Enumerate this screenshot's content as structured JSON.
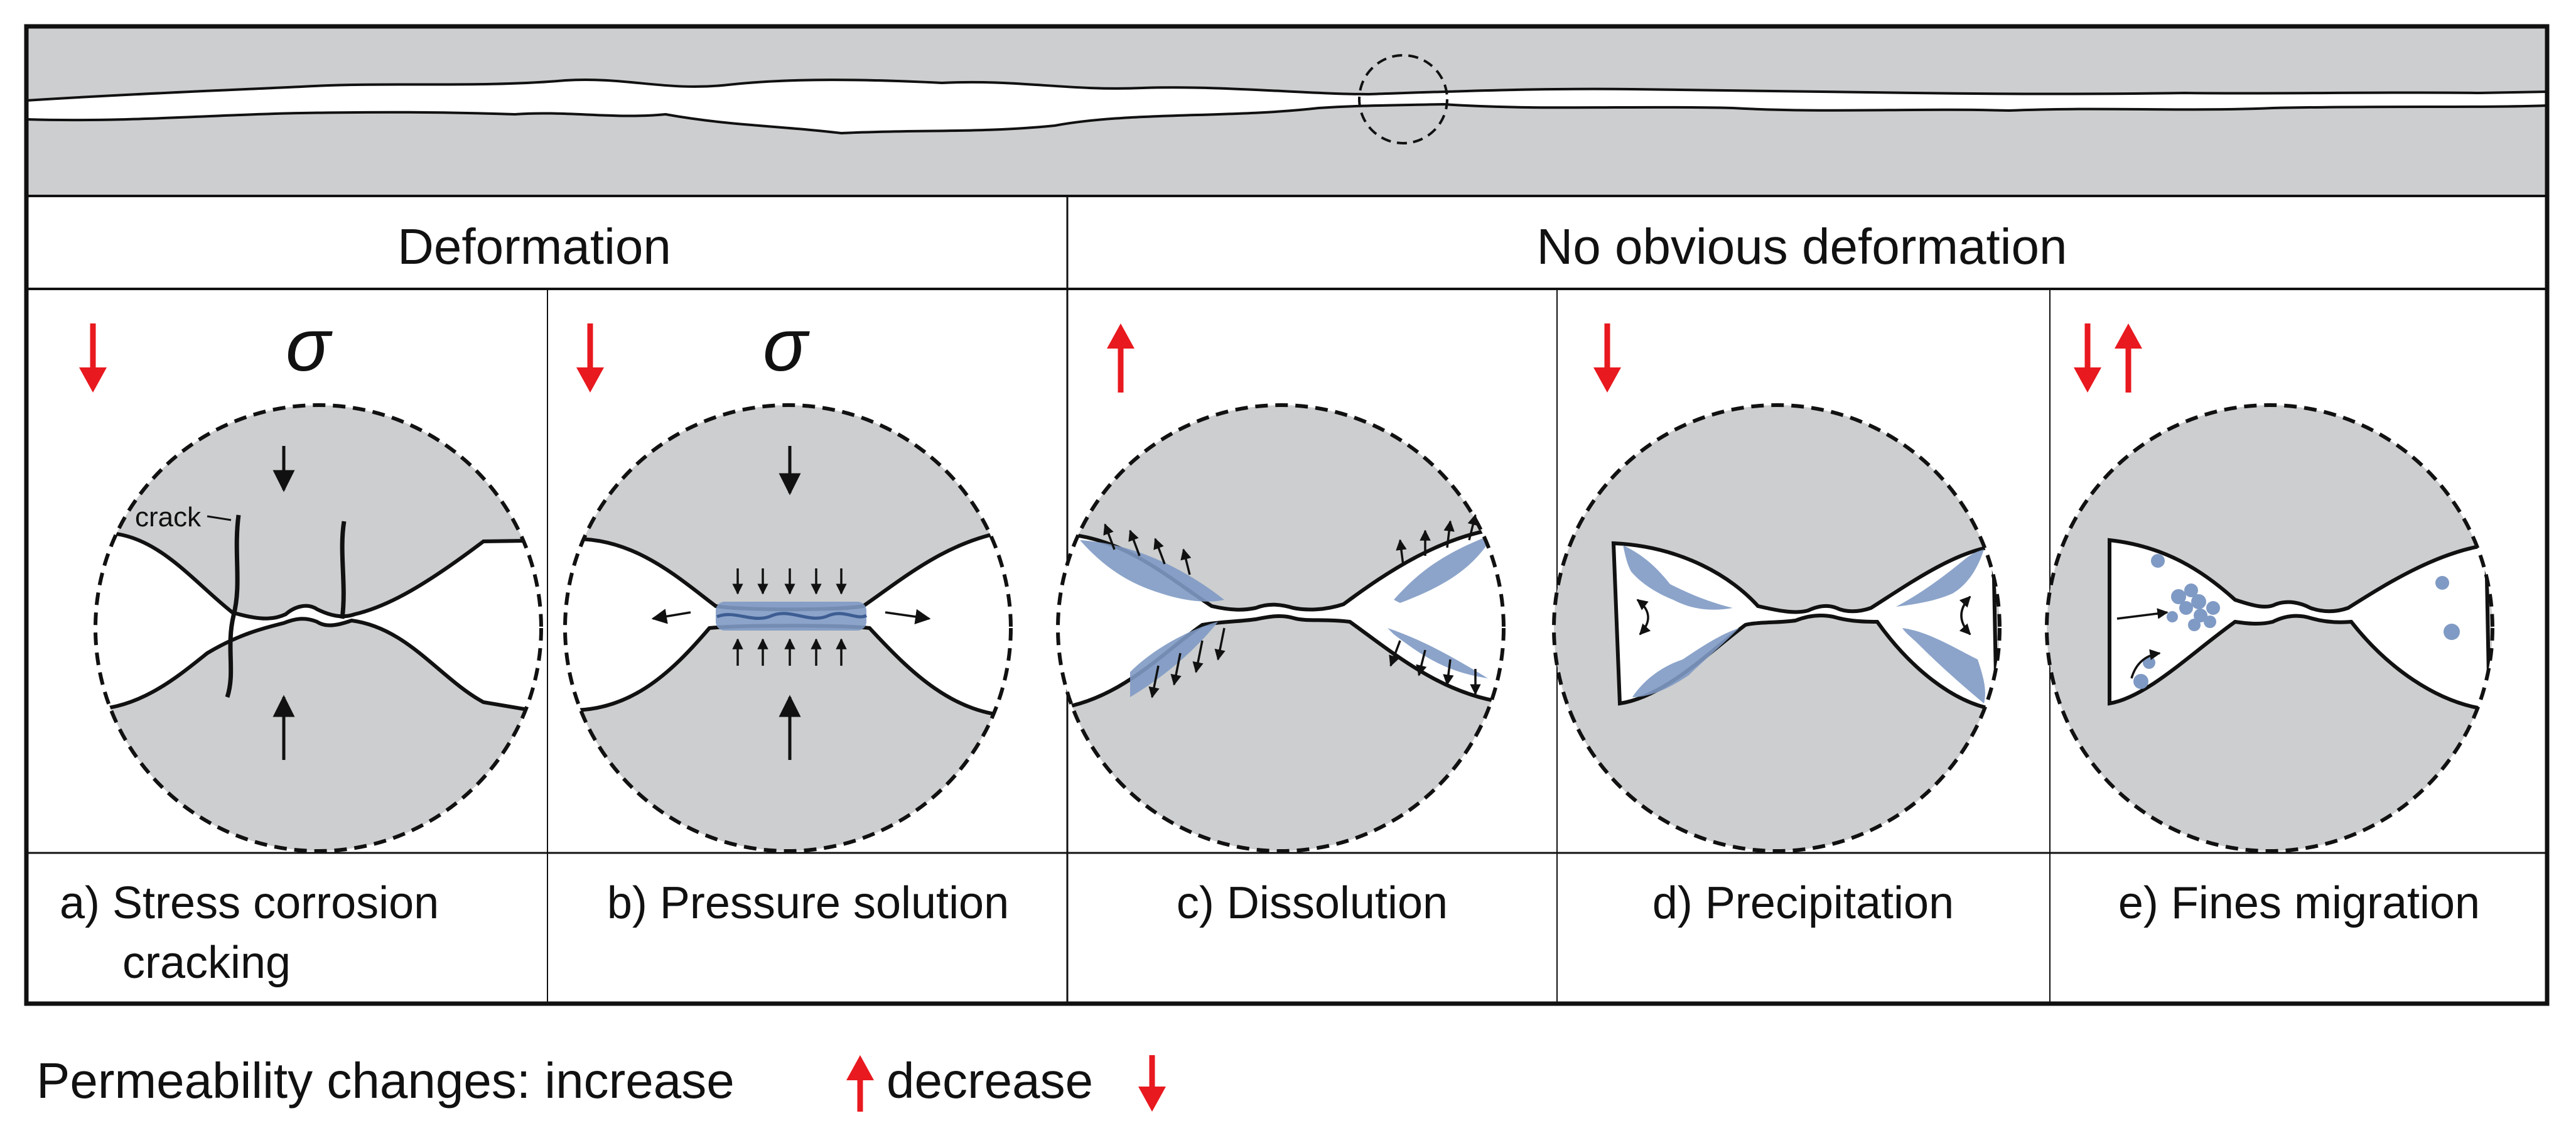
{
  "headers": {
    "left": "Deformation",
    "right": "No obvious deformation"
  },
  "sigma_symbol": "σ",
  "crack_label": "crack",
  "panels": [
    {
      "id": "a",
      "caption_line1": "a) Stress corrosion",
      "caption_line2": "cracking",
      "permeability": "decrease"
    },
    {
      "id": "b",
      "caption_line1": "b) Pressure solution",
      "caption_line2": "",
      "permeability": "decrease"
    },
    {
      "id": "c",
      "caption_line1": "c) Dissolution",
      "caption_line2": "",
      "permeability": "increase"
    },
    {
      "id": "d",
      "caption_line1": "d) Precipitation",
      "caption_line2": "",
      "permeability": "decrease"
    },
    {
      "id": "e",
      "caption_line1": "e) Fines migration",
      "caption_line2": "",
      "permeability": "decrease and increase"
    }
  ],
  "legend": {
    "prefix": "Permeability changes: increase",
    "middle": "decrease"
  },
  "colors": {
    "rock": "#cdcecf",
    "mineral": "#7f9ac4",
    "arrow_red": "#e8191f",
    "line": "#111111"
  }
}
